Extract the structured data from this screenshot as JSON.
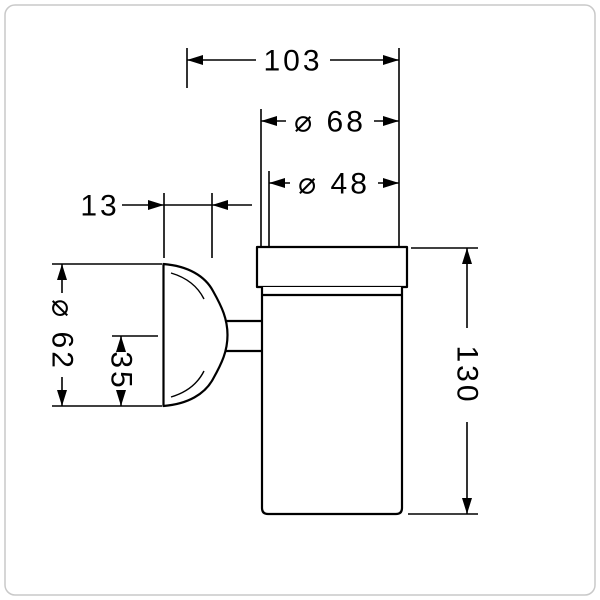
{
  "drawing": {
    "background_color": "#ffffff",
    "line_color": "#000000",
    "frame_color": "#c9c9c9",
    "dimensions": {
      "total_depth": {
        "label": "103"
      },
      "rim_diameter": {
        "label": "⌀ 68"
      },
      "holder_diameter": {
        "label": "⌀ 48"
      },
      "plate_depth": {
        "label": "13"
      },
      "plate_diameter": {
        "label": "⌀ 62"
      },
      "arm_to_bottom": {
        "label": "35"
      },
      "cup_height": {
        "label": "130"
      }
    }
  }
}
